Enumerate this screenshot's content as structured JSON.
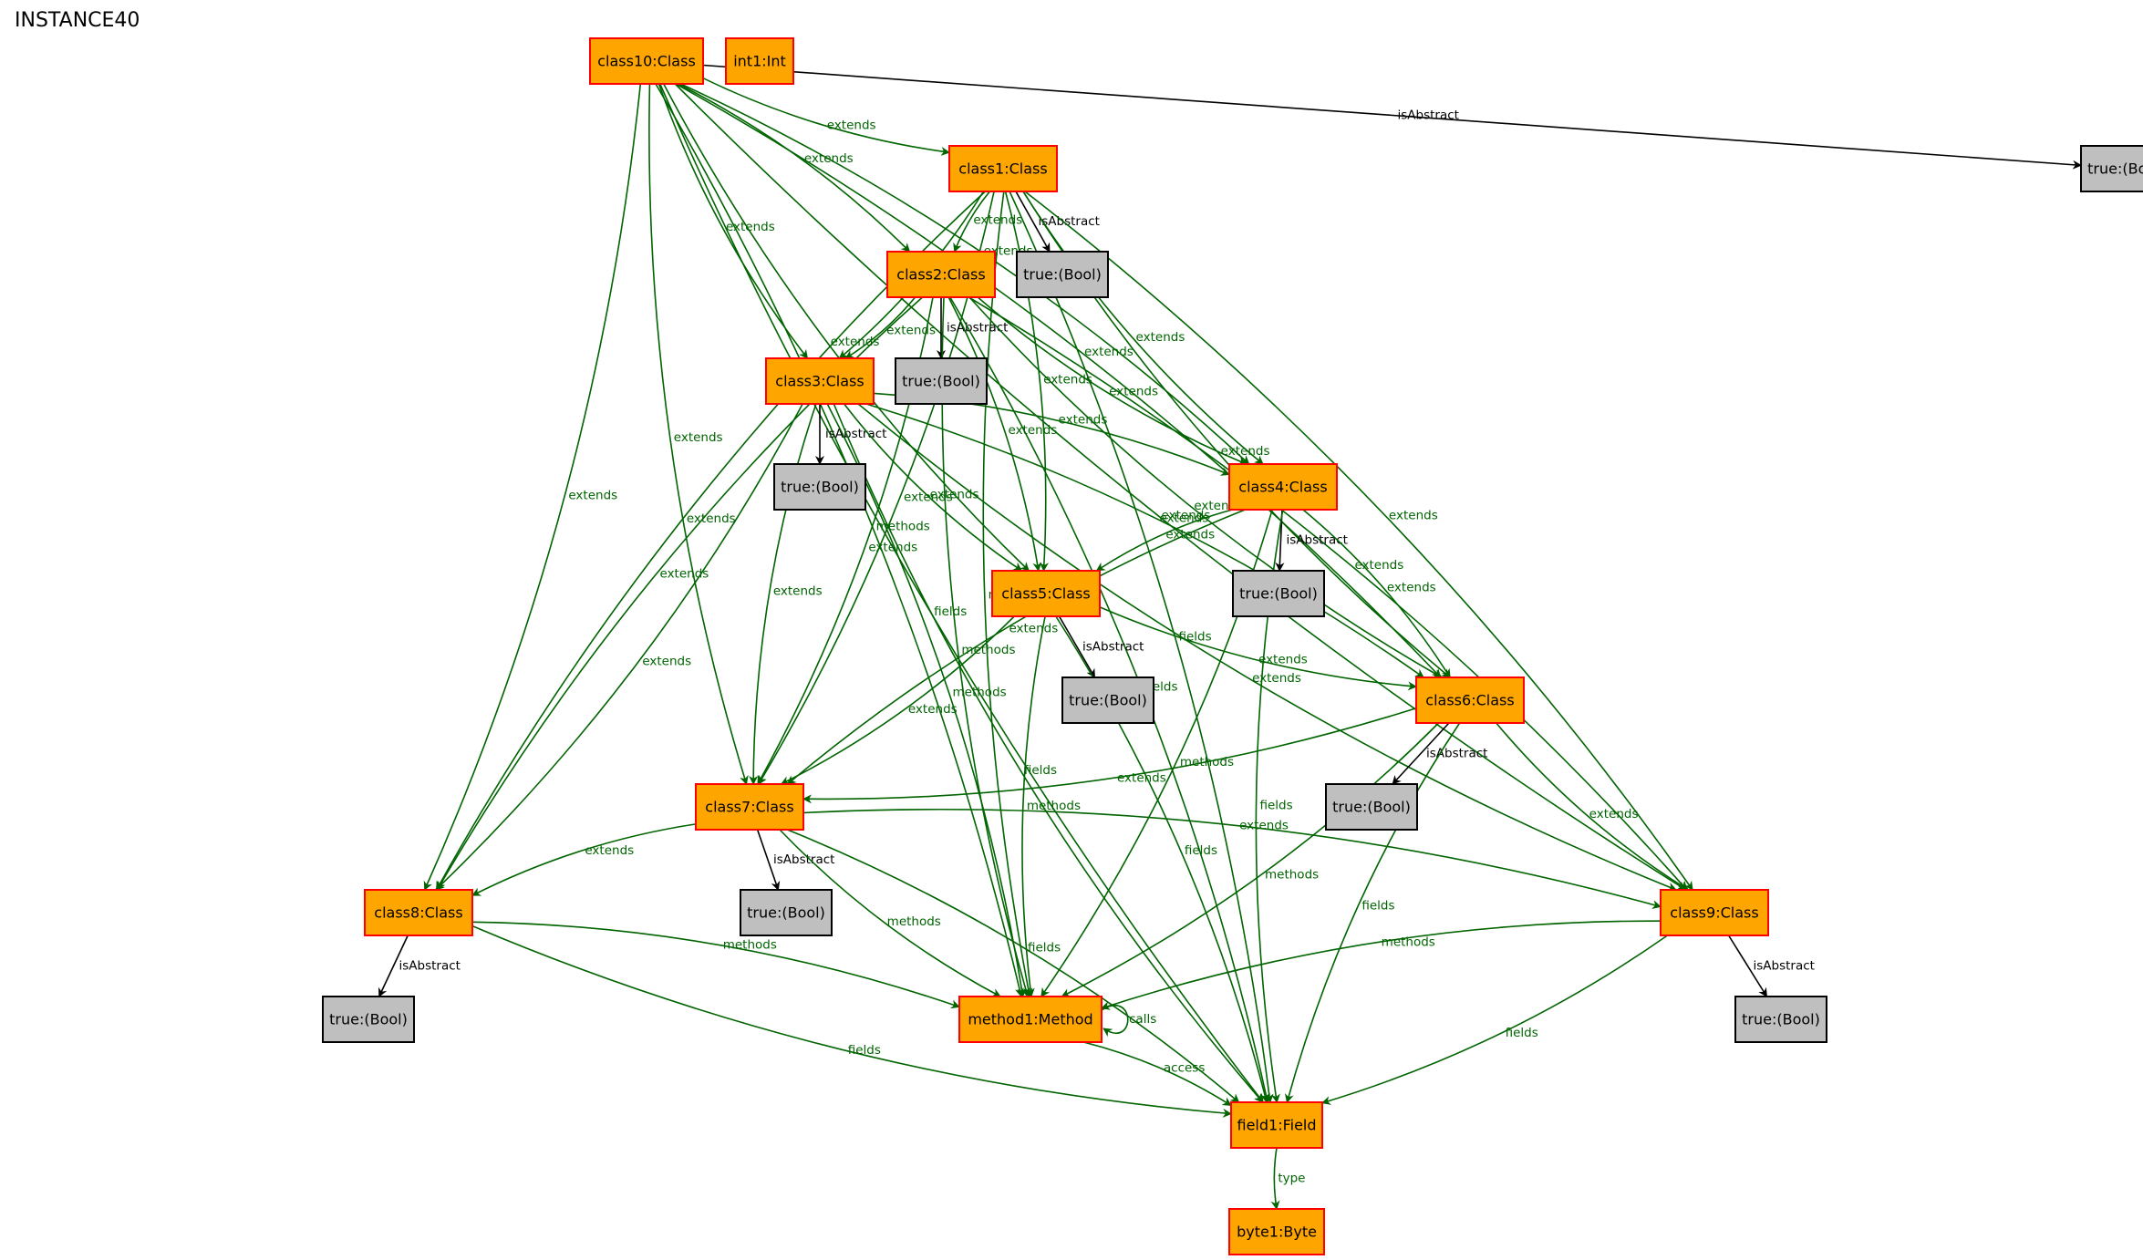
{
  "title": "INSTANCE40",
  "colors": {
    "class_fill": "#ffa500",
    "class_stroke": "#ff0000",
    "bool_fill": "#bfbfbf",
    "bool_stroke": "#000000",
    "edge_green": "#006400",
    "edge_black": "#000000"
  },
  "nodes": [
    {
      "id": "class10",
      "label": "class10:Class",
      "kind": "object"
    },
    {
      "id": "int1",
      "label": "int1:Int",
      "kind": "object"
    },
    {
      "id": "bool0",
      "label": "true:(Bool)",
      "kind": "value"
    },
    {
      "id": "class1",
      "label": "class1:Class",
      "kind": "object"
    },
    {
      "id": "bool1",
      "label": "true:(Bool)",
      "kind": "value"
    },
    {
      "id": "class2",
      "label": "class2:Class",
      "kind": "object"
    },
    {
      "id": "bool2",
      "label": "true:(Bool)",
      "kind": "value"
    },
    {
      "id": "class3",
      "label": "class3:Class",
      "kind": "object"
    },
    {
      "id": "bool3",
      "label": "true:(Bool)",
      "kind": "value"
    },
    {
      "id": "class4",
      "label": "class4:Class",
      "kind": "object"
    },
    {
      "id": "bool4",
      "label": "true:(Bool)",
      "kind": "value"
    },
    {
      "id": "class5",
      "label": "class5:Class",
      "kind": "object"
    },
    {
      "id": "bool5",
      "label": "true:(Bool)",
      "kind": "value"
    },
    {
      "id": "class6",
      "label": "class6:Class",
      "kind": "object"
    },
    {
      "id": "bool6",
      "label": "true:(Bool)",
      "kind": "value"
    },
    {
      "id": "class7",
      "label": "class7:Class",
      "kind": "object"
    },
    {
      "id": "bool7",
      "label": "true:(Bool)",
      "kind": "value"
    },
    {
      "id": "class8",
      "label": "class8:Class",
      "kind": "object"
    },
    {
      "id": "bool8",
      "label": "true:(Bool)",
      "kind": "value"
    },
    {
      "id": "class9",
      "label": "class9:Class",
      "kind": "object"
    },
    {
      "id": "bool9",
      "label": "true:(Bool)",
      "kind": "value"
    },
    {
      "id": "method1",
      "label": "method1:Method",
      "kind": "object"
    },
    {
      "id": "field1",
      "label": "field1:Field",
      "kind": "object"
    },
    {
      "id": "byte1",
      "label": "byte1:Byte",
      "kind": "object"
    }
  ],
  "edges": [
    {
      "from": "class10",
      "to": "bool0",
      "label": "isAbstract"
    },
    {
      "from": "class10",
      "to": "class1",
      "label": "extends"
    },
    {
      "from": "class10",
      "to": "class2",
      "label": "extends"
    },
    {
      "from": "class10",
      "to": "class3",
      "label": "extends"
    },
    {
      "from": "class10",
      "to": "class4",
      "label": "extends"
    },
    {
      "from": "class10",
      "to": "class5",
      "label": "extends"
    },
    {
      "from": "class10",
      "to": "class6",
      "label": "extends"
    },
    {
      "from": "class10",
      "to": "class7",
      "label": "extends"
    },
    {
      "from": "class10",
      "to": "class8",
      "label": "extends"
    },
    {
      "from": "class10",
      "to": "class9",
      "label": "extends"
    },
    {
      "from": "class10",
      "to": "method1",
      "label": "methods"
    },
    {
      "from": "class10",
      "to": "field1",
      "label": "fields"
    },
    {
      "from": "class1",
      "to": "bool1",
      "label": "isAbstract"
    },
    {
      "from": "class1",
      "to": "class2",
      "label": "extends"
    },
    {
      "from": "class1",
      "to": "class3",
      "label": "extends"
    },
    {
      "from": "class1",
      "to": "class4",
      "label": "extends"
    },
    {
      "from": "class1",
      "to": "class5",
      "label": "extends"
    },
    {
      "from": "class1",
      "to": "class6",
      "label": "extends"
    },
    {
      "from": "class1",
      "to": "class7",
      "label": "extends"
    },
    {
      "from": "class1",
      "to": "class8",
      "label": "extends"
    },
    {
      "from": "class1",
      "to": "class9",
      "label": "extends"
    },
    {
      "from": "class1",
      "to": "method1",
      "label": "methods"
    },
    {
      "from": "class1",
      "to": "field1",
      "label": "fields"
    },
    {
      "from": "class2",
      "to": "bool2",
      "label": "isAbstract"
    },
    {
      "from": "class2",
      "to": "class3",
      "label": "extends"
    },
    {
      "from": "class2",
      "to": "class4",
      "label": "extends"
    },
    {
      "from": "class2",
      "to": "class5",
      "label": "extends"
    },
    {
      "from": "class2",
      "to": "class6",
      "label": "extends"
    },
    {
      "from": "class2",
      "to": "class7",
      "label": "extends"
    },
    {
      "from": "class2",
      "to": "class8",
      "label": "extends"
    },
    {
      "from": "class2",
      "to": "class9",
      "label": "extends"
    },
    {
      "from": "class2",
      "to": "method1",
      "label": "methods"
    },
    {
      "from": "class2",
      "to": "field1",
      "label": "fields"
    },
    {
      "from": "class3",
      "to": "bool3",
      "label": "isAbstract"
    },
    {
      "from": "class3",
      "to": "class4",
      "label": "extends"
    },
    {
      "from": "class3",
      "to": "class5",
      "label": "extends"
    },
    {
      "from": "class3",
      "to": "class6",
      "label": "extends"
    },
    {
      "from": "class3",
      "to": "class7",
      "label": "extends"
    },
    {
      "from": "class3",
      "to": "class8",
      "label": "extends"
    },
    {
      "from": "class3",
      "to": "class9",
      "label": "extends"
    },
    {
      "from": "class3",
      "to": "method1",
      "label": "methods"
    },
    {
      "from": "class3",
      "to": "field1",
      "label": "fields"
    },
    {
      "from": "class4",
      "to": "bool4",
      "label": "isAbstract"
    },
    {
      "from": "class4",
      "to": "class5",
      "label": "extends"
    },
    {
      "from": "class4",
      "to": "class6",
      "label": "extends"
    },
    {
      "from": "class4",
      "to": "class7",
      "label": "extends"
    },
    {
      "from": "class4",
      "to": "method1",
      "label": "methods"
    },
    {
      "from": "class4",
      "to": "field1",
      "label": "fields"
    },
    {
      "from": "class5",
      "to": "bool5",
      "label": "isAbstract"
    },
    {
      "from": "class5",
      "to": "class6",
      "label": "extends"
    },
    {
      "from": "class5",
      "to": "class7",
      "label": "extends"
    },
    {
      "from": "class5",
      "to": "method1",
      "label": "methods"
    },
    {
      "from": "class5",
      "to": "field1",
      "label": "fields"
    },
    {
      "from": "class6",
      "to": "bool6",
      "label": "isAbstract"
    },
    {
      "from": "class6",
      "to": "class7",
      "label": "extends"
    },
    {
      "from": "class6",
      "to": "class9",
      "label": "extends"
    },
    {
      "from": "class6",
      "to": "method1",
      "label": "methods"
    },
    {
      "from": "class6",
      "to": "field1",
      "label": "fields"
    },
    {
      "from": "class7",
      "to": "bool7",
      "label": "isAbstract"
    },
    {
      "from": "class7",
      "to": "class8",
      "label": "extends"
    },
    {
      "from": "class7",
      "to": "class9",
      "label": "extends"
    },
    {
      "from": "class7",
      "to": "method1",
      "label": "methods"
    },
    {
      "from": "class7",
      "to": "field1",
      "label": "fields"
    },
    {
      "from": "class8",
      "to": "bool8",
      "label": "isAbstract"
    },
    {
      "from": "class8",
      "to": "method1",
      "label": "methods"
    },
    {
      "from": "class8",
      "to": "field1",
      "label": "fields"
    },
    {
      "from": "class9",
      "to": "bool9",
      "label": "isAbstract"
    },
    {
      "from": "class9",
      "to": "method1",
      "label": "methods"
    },
    {
      "from": "class9",
      "to": "field1",
      "label": "fields"
    },
    {
      "from": "method1",
      "to": "method1",
      "label": "calls"
    },
    {
      "from": "method1",
      "to": "field1",
      "label": "access"
    },
    {
      "from": "field1",
      "to": "byte1",
      "label": "type"
    }
  ]
}
